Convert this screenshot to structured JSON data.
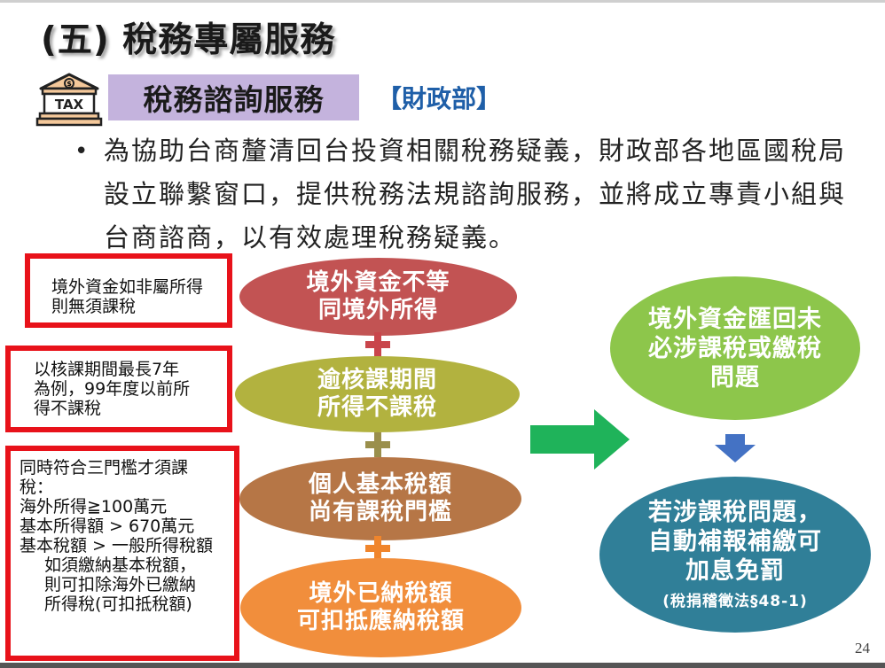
{
  "header": {
    "slide_title": "(五) 稅務專屬服務",
    "service_title": "稅務諮詢服務",
    "ministry_tag": "【財政部】",
    "tax_icon_label": "TAX"
  },
  "bullet": {
    "marker": "•",
    "text": "為協助台商釐清回台投資相關稅務疑義，財政部各地區國稅局設立聯繫窗口，提供稅務法規諮詢服務，並將成立專責小組與台商諮商，以有效處理稅務疑義。"
  },
  "condition_boxes": [
    {
      "lines": [
        "境外資金如非屬所得",
        "則無須課稅"
      ]
    },
    {
      "lines": [
        "以核課期間最長7年",
        "為例，99年度以前所",
        "得不課稅"
      ]
    },
    {
      "lines": [
        "同時符合三門檻才須課",
        "稅：",
        "海外所得≧100萬元",
        "基本所得額 > 670萬元",
        "基本稅額 > 一般所得稅額"
      ],
      "indented_lines": [
        "如須繳納基本稅額，",
        "則可扣除海外已繳納",
        "所得稅(可扣抵稅額)"
      ]
    }
  ],
  "flow": {
    "ellipses": [
      {
        "lines": [
          "境外資金不等",
          "同境外所得"
        ]
      },
      {
        "lines": [
          "逾核課期間",
          "所得不課稅"
        ]
      },
      {
        "lines": [
          "個人基本稅額",
          "尚有課稅門檻"
        ]
      },
      {
        "lines": [
          "境外已納稅額",
          "可扣抵應納稅額"
        ]
      }
    ],
    "result_top": {
      "lines": [
        "境外資金匯回未",
        "必涉課稅或繳稅",
        "問題"
      ]
    },
    "result_bottom": {
      "lines": [
        "若涉課稅問題，",
        "自動補報補繳可",
        "加息免罰"
      ],
      "note": "(稅捐稽徵法§48-1)"
    }
  },
  "colors": {
    "ellipse_red": "#c25353",
    "ellipse_olive": "#b2b23f",
    "ellipse_brown": "#b67646",
    "ellipse_orange": "#f18e3c",
    "ellipse_green": "#8dc64b",
    "ellipse_teal": "#307f98",
    "box_border": "#e8121a",
    "service_box_bg": "#c4b3dd",
    "ministry_blue": "#1f5fa8",
    "arrow_green": "#1fb35a",
    "arrow_blue": "#4472c4"
  },
  "icons": [
    "tax-building-icon",
    "plus-icon",
    "right-arrow-icon",
    "down-arrow-icon"
  ],
  "page_number": "24"
}
